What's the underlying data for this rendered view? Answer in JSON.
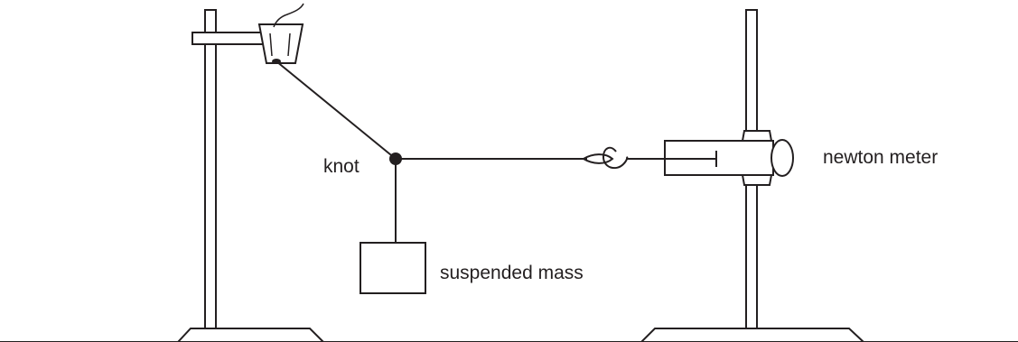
{
  "labels": {
    "knot": "knot",
    "suspended_mass": "suspended mass",
    "newton_meter": "newton meter"
  },
  "colors": {
    "stroke": "#231f20",
    "background": "#ffffff"
  }
}
